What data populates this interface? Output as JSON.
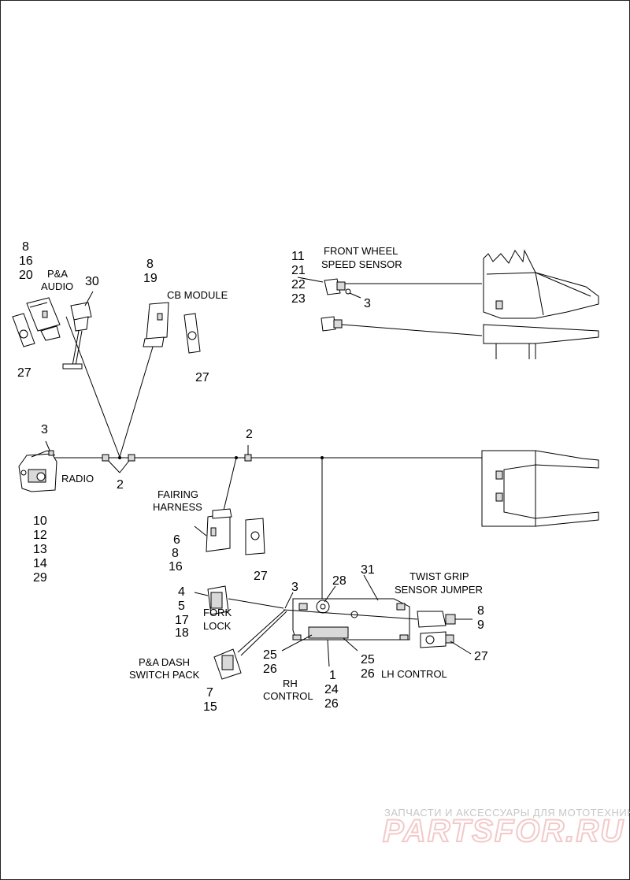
{
  "labels": {
    "pa_audio": [
      "P&A",
      "AUDIO"
    ],
    "cb_module": "CB MODULE",
    "front_wheel_speed_sensor": [
      "FRONT WHEEL",
      "SPEED SENSOR"
    ],
    "radio": "RADIO",
    "fairing_harness": [
      "FAIRING",
      "HARNESS"
    ],
    "twist_grip_sensor_jumper": [
      "TWIST GRIP",
      "SENSOR JUMPER"
    ],
    "fork_lock": [
      "FORK",
      "LOCK"
    ],
    "pa_dash_switch_pack": [
      "P&A DASH",
      "SWITCH PACK"
    ],
    "rh_control": [
      "RH",
      "CONTROL"
    ],
    "lh_control": "LH CONTROL"
  },
  "callouts": {
    "pa_audio_parts": [
      "8",
      "16",
      "20"
    ],
    "pa_audio_mount": "30",
    "pa_audio_clip": "27",
    "cb_module_parts": [
      "8",
      "19"
    ],
    "cb_module_clip": "27",
    "speed_sensor_parts": [
      "11",
      "21",
      "22",
      "23"
    ],
    "speed_sensor_fastener": "3",
    "radio_fastener": "3",
    "radio_parts": [
      "10",
      "12",
      "13",
      "14",
      "29"
    ],
    "harness_clip_lower": "2",
    "harness_clip_upper": "2",
    "fairing_parts": [
      "6",
      "8",
      "16"
    ],
    "fairing_clip": "27",
    "fork_lock_parts": [
      "4",
      "5",
      "17",
      "18"
    ],
    "switch_fastener": "3",
    "dash_switch_parts": [
      "7",
      "15"
    ],
    "grommet": "28",
    "bracket": "31",
    "twist_grip_parts": [
      "8",
      "9"
    ],
    "twist_grip_clip": "27",
    "rh_control_parts_a": [
      "25",
      "26"
    ],
    "lh_control_parts_a": [
      "25",
      "26"
    ],
    "center_parts": [
      "1",
      "24",
      "26"
    ]
  },
  "watermark": {
    "caption": "ЗАПЧАСТИ И АКСЕССУАРЫ ДЛЯ МОТОТЕХНИКИ",
    "logo": "PARTSFOR.RU"
  }
}
